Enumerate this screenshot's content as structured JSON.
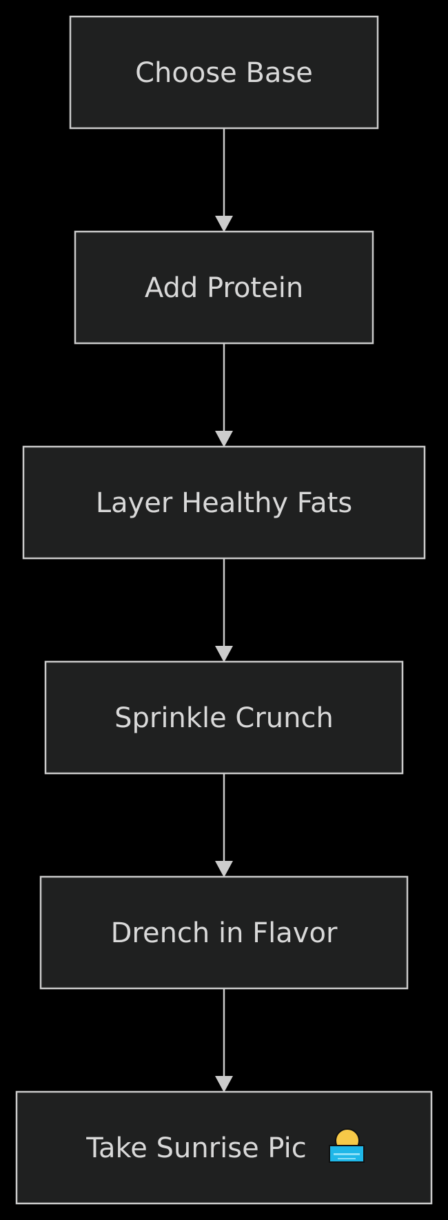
{
  "diagram": {
    "type": "flowchart",
    "direction": "top-to-bottom",
    "colors": {
      "background": "#000000",
      "node_fill": "#1f2020",
      "node_stroke": "#cccccc",
      "text": "#d9d9d9",
      "edge": "#cccccc"
    },
    "nodes": [
      {
        "id": "n1",
        "label": "Choose Base"
      },
      {
        "id": "n2",
        "label": "Add Protein"
      },
      {
        "id": "n3",
        "label": "Layer Healthy Fats"
      },
      {
        "id": "n4",
        "label": "Sprinkle Crunch"
      },
      {
        "id": "n5",
        "label": "Drench in Flavor"
      },
      {
        "id": "n6",
        "label": "Take Sunrise Pic",
        "icon": "sunrise-icon"
      }
    ],
    "edges": [
      {
        "from": "n1",
        "to": "n2"
      },
      {
        "from": "n2",
        "to": "n3"
      },
      {
        "from": "n3",
        "to": "n4"
      },
      {
        "from": "n4",
        "to": "n5"
      },
      {
        "from": "n5",
        "to": "n6"
      }
    ]
  }
}
